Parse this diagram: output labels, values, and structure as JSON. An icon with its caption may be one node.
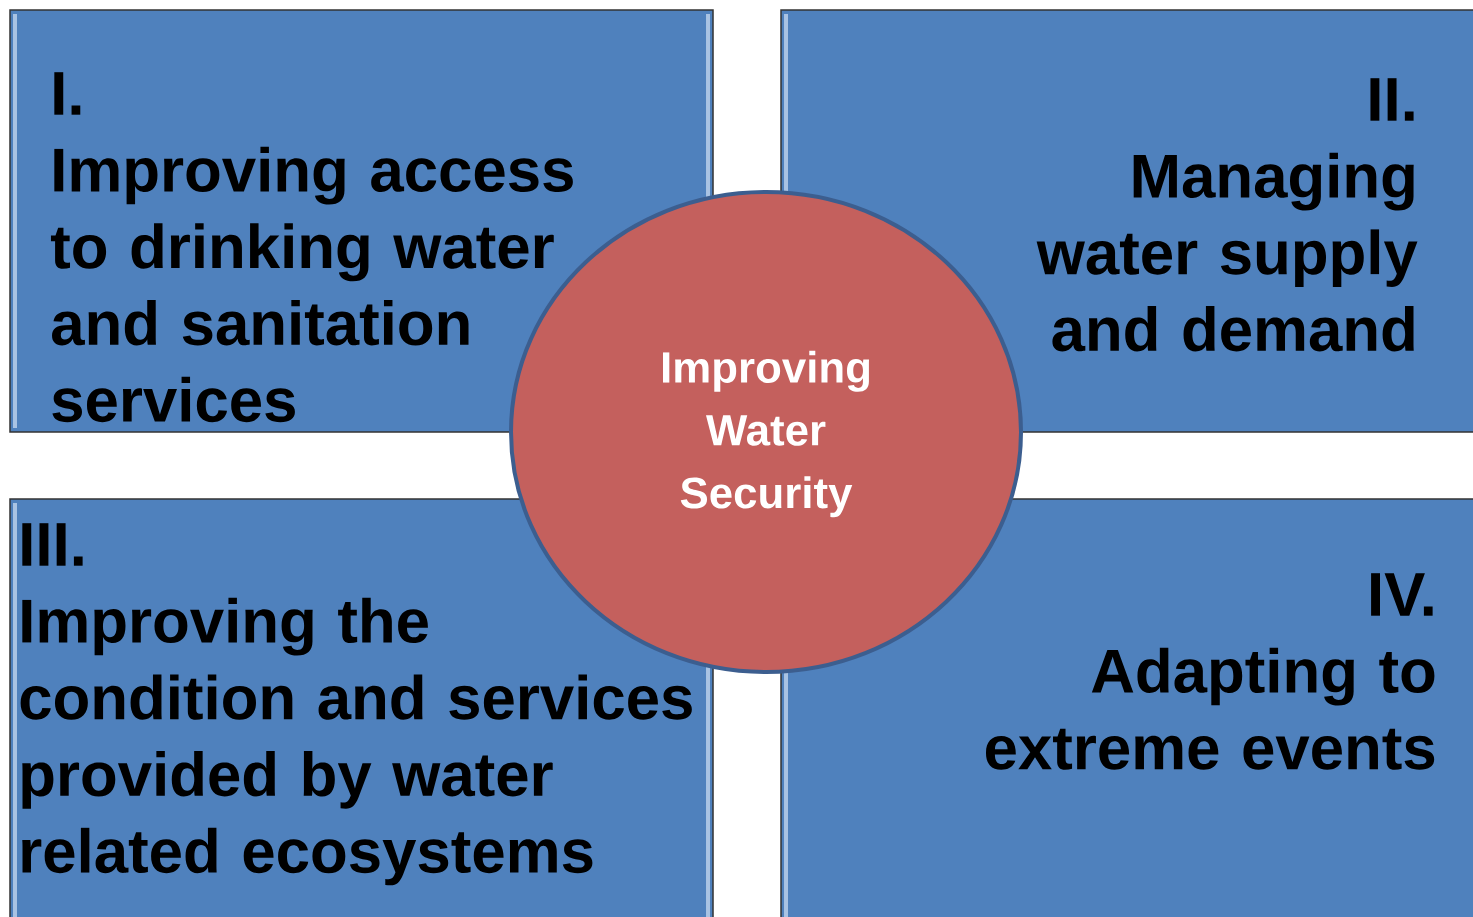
{
  "diagram": {
    "nodes": [
      {
        "text": [
          "I.",
          "Improving access to drinking water and sanitation services"
        ]
      },
      {
        "text": [
          "II.",
          "Managing water supply and demand"
        ]
      },
      {
        "text": [
          "III.",
          "Improving the condition and services provided by water related ecosystems"
        ]
      },
      {
        "text": [
          "IV.",
          "Adapting to extreme events"
        ]
      },
      {
        "text": [
          "Improving Water Security"
        ]
      }
    ]
  }
}
